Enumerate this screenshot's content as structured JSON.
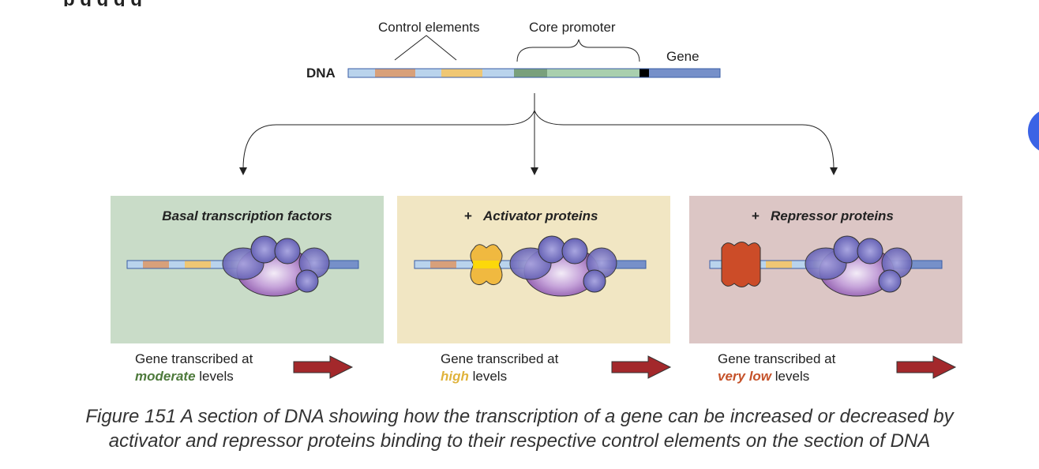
{
  "top_partial_text": "p       g               g  g  g",
  "dna": {
    "label": "DNA",
    "control_elements_label": "Control elements",
    "core_promoter_label": "Core promoter",
    "gene_label": "Gene"
  },
  "panels": [
    {
      "prefix": "",
      "title": "Basal transcription factors",
      "bg": "#c9dcc8",
      "result_line1": "Gene transcribed at",
      "result_level": "moderate",
      "result_level_color": "#4e7a3c",
      "result_suffix": " levels"
    },
    {
      "prefix": "+",
      "title": "Activator proteins",
      "bg": "#f1e6c3",
      "result_line1": "Gene transcribed at",
      "result_level": "high",
      "result_level_color": "#e0b33c",
      "result_suffix": " levels"
    },
    {
      "prefix": "+",
      "title": "Repressor proteins",
      "bg": "#dcc6c5",
      "result_line1": "Gene transcribed at",
      "result_level": "very low",
      "result_level_color": "#c5522a",
      "result_suffix": " levels"
    }
  ],
  "caption": {
    "line1": "Figure 151 A section of DNA showing how the transcription of a gene can be increased or decreased by",
    "line2": "activator and repressor proteins binding to their respective control elements on the section of DNA"
  },
  "colors": {
    "dna_base": "#b9d3ec",
    "control_orange": "#d8a07a",
    "control_yellow": "#efc774",
    "core_dark": "#79a07c",
    "core_light": "#a9cfae",
    "gene": "#7690c9",
    "arrow_red": "#a3282b",
    "activator": "#f0b739",
    "activator_core": "#ffe000",
    "repressor": "#cc4c28",
    "complex_purple": "#8f5ab0",
    "blob_blue": "#6f6cbd"
  }
}
